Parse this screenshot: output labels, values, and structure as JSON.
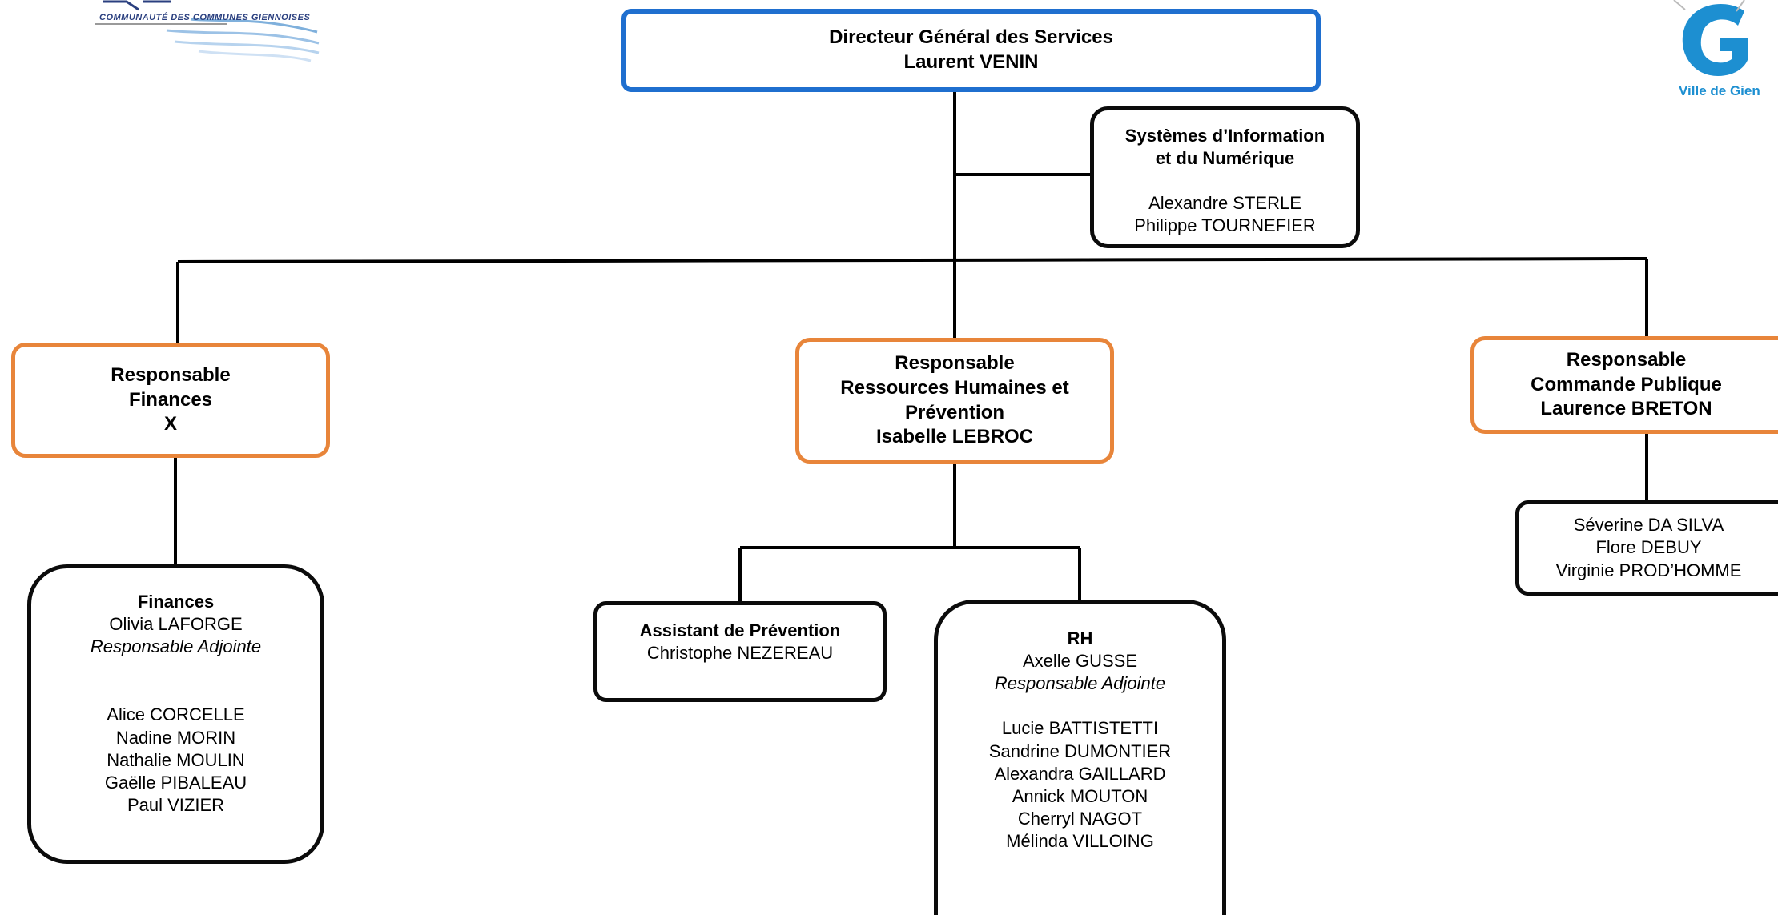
{
  "logos": {
    "left_text": "COMMUNAUTÉ DES COMMUNES GIENNOISES",
    "right_text": "Ville de Gien"
  },
  "dgs": {
    "title": "Directeur Général des Services",
    "name": "Laurent VENIN"
  },
  "si": {
    "title_line1": "Systèmes d’Information",
    "title_line2": "et du Numérique",
    "members": [
      "Alexandre STERLE",
      "Philippe TOURNEFIER"
    ]
  },
  "finances_head": {
    "line1": "Responsable",
    "line2": "Finances",
    "line3": "X"
  },
  "rh_head": {
    "line1": "Responsable",
    "line2": "Ressources Humaines et",
    "line3": "Prévention",
    "line4": "Isabelle LEBROC"
  },
  "cp_head": {
    "line1": "Responsable",
    "line2": "Commande Publique",
    "line3": "Laurence BRETON"
  },
  "finances_team": {
    "title": "Finances",
    "deputy": "Olivia LAFORGE",
    "deputy_role": "Responsable Adjointe",
    "members": [
      "Alice CORCELLE",
      "Nadine MORIN",
      "Nathalie MOULIN",
      "Gaëlle PIBALEAU",
      "Paul VIZIER"
    ]
  },
  "prevention": {
    "title": "Assistant de Prévention",
    "name": "Christophe NEZEREAU"
  },
  "rh_team": {
    "title": "RH",
    "deputy": "Axelle GUSSE",
    "deputy_role": "Responsable Adjointe",
    "members": [
      "Lucie BATTISTETTI",
      "Sandrine DUMONTIER",
      "Alexandra GAILLARD",
      "Annick MOUTON",
      "Cherryl NAGOT",
      "Mélinda VILLOING"
    ]
  },
  "cp_team": {
    "members": [
      "Séverine DA SILVA",
      "Flore DEBUY",
      "Virginie PROD’HOMME"
    ]
  }
}
